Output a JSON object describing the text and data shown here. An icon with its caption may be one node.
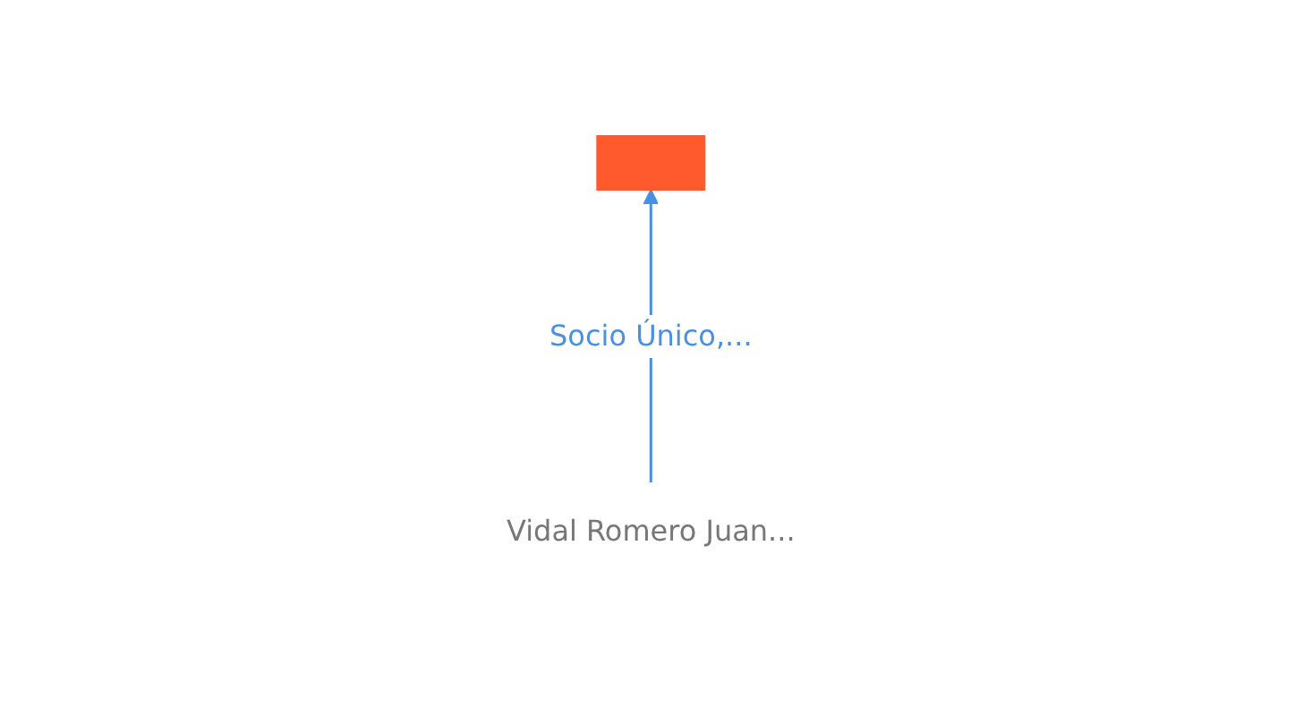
{
  "diagram": {
    "nodes": [
      {
        "text": [],
        "shape": "building"
      },
      {
        "text": [
          "Vidal Romero Juan..."
        ]
      }
    ],
    "edges": [
      {
        "from": 1,
        "to": 0,
        "arrow": "to",
        "label": "Socio Único,..."
      }
    ]
  }
}
